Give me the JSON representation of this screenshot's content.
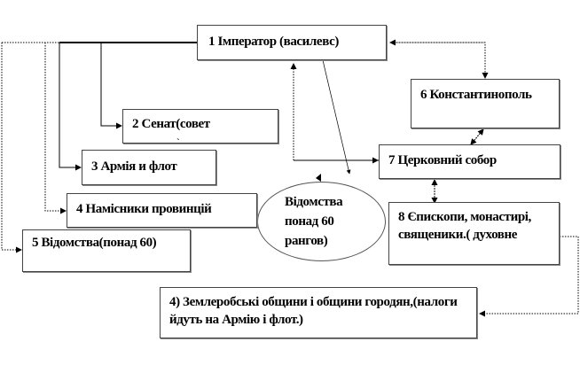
{
  "nodes": {
    "emperor": "1 Імператор (василевс)",
    "senate": "2 Сенат(совет",
    "senate_mark": "`",
    "army": "3 Армія и флот",
    "governors": "4 Намісники провинцій",
    "departments": "5 Відомства(понад 60)",
    "constantinople": "6 Константинополь",
    "church_council": "7 Церковний собор",
    "clergy": "8 Єпископи, монастирі, священики.( духовне",
    "ellipse": "Відомства понад 60 рангов)",
    "communities": "4) Землеробські общини і общини городян,(налоги йдуть на Армію і флот.)"
  }
}
